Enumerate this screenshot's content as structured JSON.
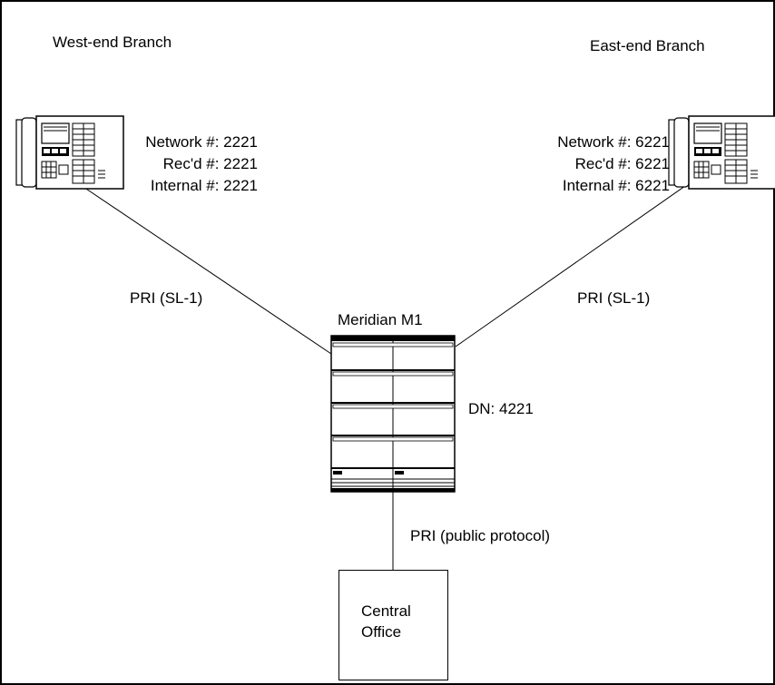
{
  "west_branch": {
    "title": "West-end Branch",
    "network": "Network #: 2221",
    "recd": "Rec'd #: 2221",
    "internal": "Internal #: 2221"
  },
  "east_branch": {
    "title": "East-end Branch",
    "network": "Network #: 6221",
    "recd": "Rec'd #: 6221",
    "internal": "Internal #: 6221"
  },
  "links": {
    "west_pri": "PRI (SL-1)",
    "east_pri": "PRI (SL-1)",
    "co_pri": "PRI (public protocol)"
  },
  "switch": {
    "name": "Meridian M1",
    "dn": "DN: 4221"
  },
  "central_office": {
    "line1": "Central",
    "line2": "Office"
  },
  "icons": [
    "telephone-icon",
    "pbx-cabinet-icon"
  ]
}
